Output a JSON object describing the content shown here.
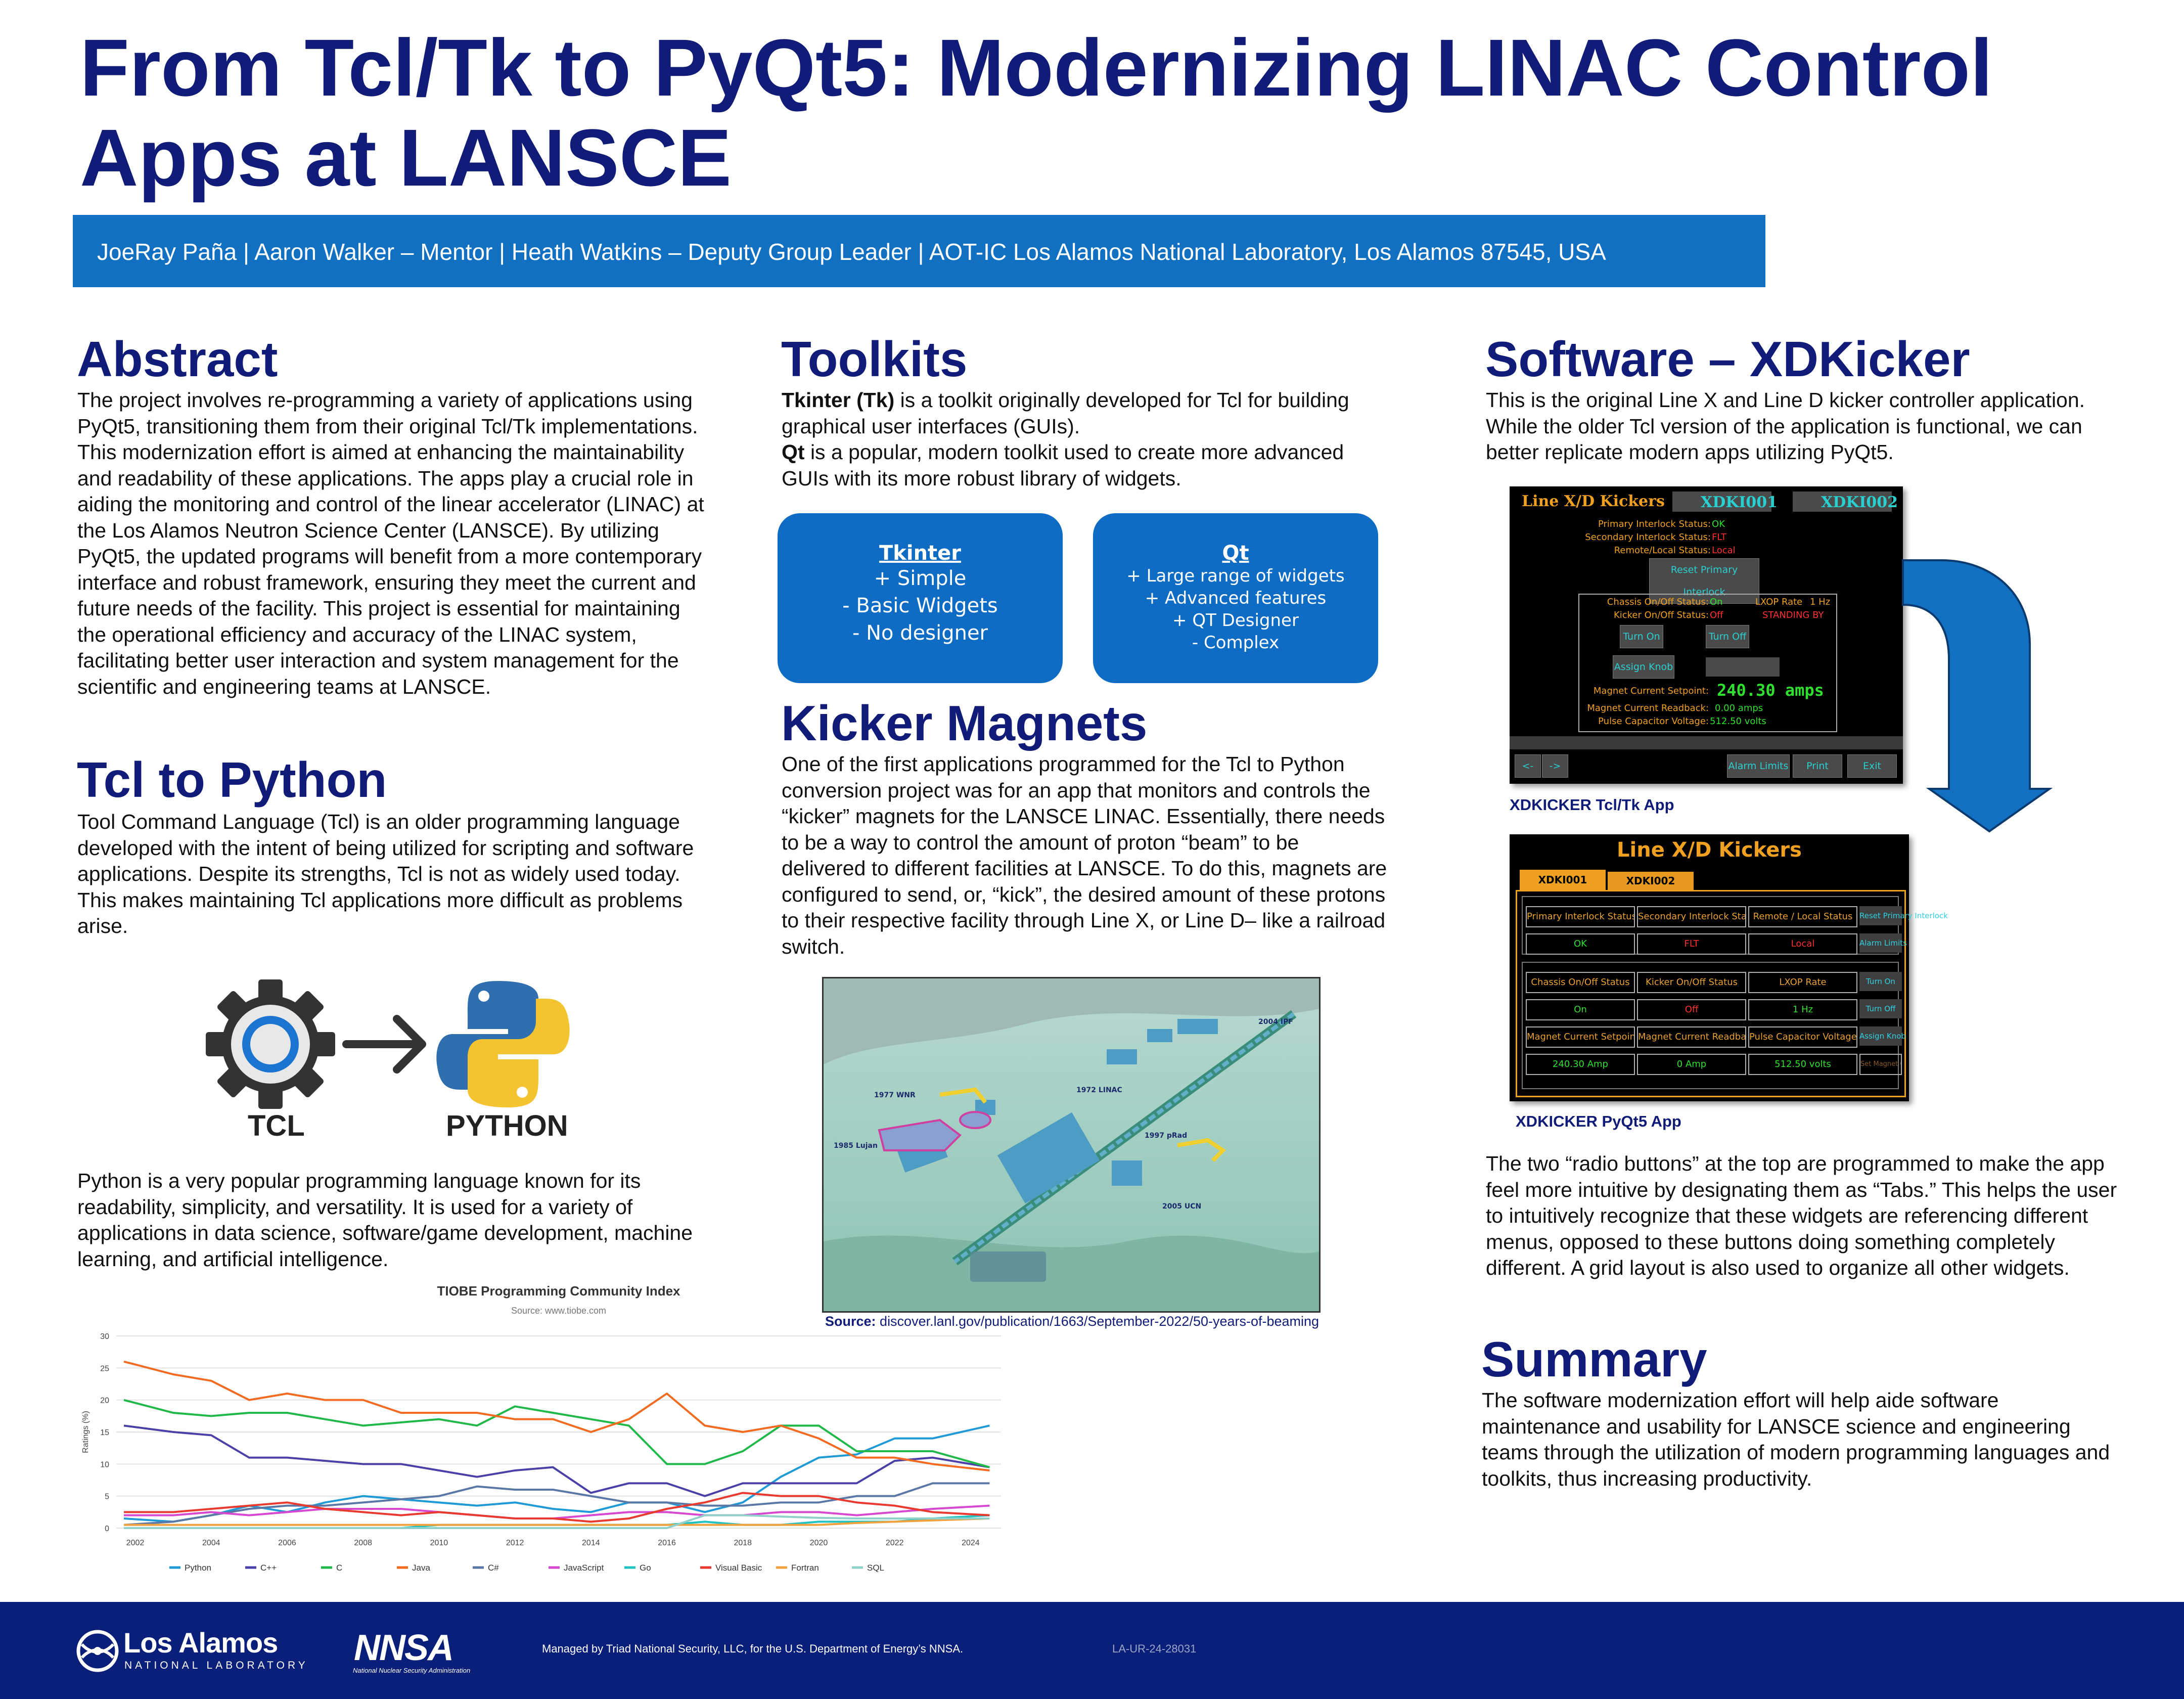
{
  "poster": {
    "title": "From Tcl/Tk to PyQt5: Modernizing LINAC Control Apps at LANSCE",
    "authors": "JoeRay Paña | Aaron Walker – Mentor | Heath Watkins – Deputy Group Leader |  AOT-IC Los Alamos National Laboratory, Los Alamos 87545, USA"
  },
  "abstract": {
    "heading": "Abstract",
    "text": "The project involves re-programming a variety of applications using PyQt5, transitioning them from their original Tcl/Tk implementations. This modernization effort is aimed at enhancing the maintainability and readability of these applications. The apps play a crucial role in aiding the monitoring and control of the linear accelerator (LINAC) at the Los Alamos Neutron Science Center (LANSCE). By utilizing PyQt5, the updated programs will benefit from a more contemporary interface and robust framework, ensuring they meet the current and future needs of the facility. This project is essential for maintaining the operational efficiency and accuracy of the LINAC system, facilitating better user interaction and system management for the scientific and engineering teams at LANSCE."
  },
  "tcl_to_python": {
    "heading": "Tcl to Python",
    "text": "Tool Command Language (Tcl) is an older programming language developed with the intent of being utilized for scripting and software applications. Despite its strengths, Tcl is not as widely used today. This makes maintaining Tcl applications more difficult as problems arise.",
    "tcl_label": "TCL",
    "python_label": "PYTHON",
    "python_text": "Python is a very popular programming language known for its readability, simplicity, and versatility. It is used for a variety of applications in data science, software/game development, machine learning, and artificial intelligence."
  },
  "toolkits": {
    "heading": "Toolkits",
    "tk_term": "Tkinter (Tk)",
    "tk_rest": " is a toolkit originally developed for Tcl for building graphical user interfaces (GUIs).",
    "qt_term": "Qt",
    "qt_rest": " is a popular, modern toolkit used to create more advanced GUIs with its more robust library of widgets.",
    "tkinter_box": {
      "title": "Tkinter",
      "lines": [
        "+ Simple",
        "- Basic Widgets",
        "- No designer"
      ]
    },
    "qt_box": {
      "title": "Qt",
      "lines": [
        "+ Large range of widgets",
        "+ Advanced features",
        "+ QT Designer",
        "- Complex"
      ]
    }
  },
  "kicker": {
    "heading": "Kicker Magnets",
    "text": "One of the first applications programmed for the Tcl to Python conversion project was for an app that monitors and controls the “kicker” magnets for the LANSCE LINAC. Essentially, there needs to be a way to control the amount of proton “beam” to be delivered to different facilities at LANSCE. To do this, magnets are configured to send, or, “kick”, the desired amount of these protons to their respective facility through Line X, or Line D– like a railroad switch.",
    "map_labels": [
      "2004 IPF",
      "1972 LINAC",
      "1977 WNR",
      "1985 Lujan",
      "1997 pRad",
      "2005 UCN"
    ],
    "source_label": "Source:",
    "source_url": "discover.lanl.gov/publication/1663/September-2022/50-years-of-beaming"
  },
  "xdkicker": {
    "heading": "Software – XDKicker",
    "intro": "This is the original Line X and Line D kicker controller application. While the older Tcl version of the application is functional, we can better replicate modern apps utilizing PyQt5.",
    "tk_caption": "XDKICKER Tcl/Tk App",
    "qt_caption": "XDKICKER PyQt5 App",
    "after_text": "The two “radio buttons” at the top are programmed to make the app feel more intuitive by designating them as “Tabs.” This helps the user to intuitively recognize that these widgets are referencing different menus, opposed to these buttons doing something completely different. A grid layout is also used to organize all other widgets."
  },
  "tk_app": {
    "title": "Line X/D Kickers",
    "radio1": "XDKI001",
    "radio2": "XDKI002",
    "primary_label": "Primary Interlock Status:",
    "primary_val": "OK",
    "secondary_label": "Secondary Interlock Status:",
    "secondary_val": "FLT",
    "remote_label": "Remote/Local Status:",
    "remote_val": "Local",
    "reset_btn": "Reset Primary Interlock",
    "chassis_label": "Chassis On/Off Status:",
    "chassis_val": "On",
    "lxop_label": "LXOP Rate",
    "lxop_val": "1 Hz",
    "kicker_label": "Kicker On/Off Status:",
    "kicker_val": "Off",
    "standing_by": "STANDING BY",
    "turn_on": "Turn On",
    "turn_off": "Turn Off",
    "assign_knob": "Assign Knob",
    "setpoint_label": "Magnet Current Setpoint:",
    "setpoint_val": "240.30 amps",
    "readback_label": "Magnet Current Readback:",
    "readback_val": "0.00 amps",
    "pulse_label": "Pulse Capacitor Voltage:",
    "pulse_val": "512.50 volts",
    "nav_prev": "<-",
    "nav_next": "->",
    "alarm_limits": "Alarm Limits",
    "print": "Print",
    "exit": "Exit"
  },
  "qt_app": {
    "title": "Line X/D Kickers",
    "tab1": "XDKI001",
    "tab2": "XDKI002",
    "row1": [
      "Primary Interlock Status",
      "Secondary Interlock Status",
      "Remote / Local Status",
      "Reset Primary Interlock"
    ],
    "row2": [
      "OK",
      "FLT",
      "Local",
      "Alarm Limits"
    ],
    "row3": [
      "Chassis On/Off Status",
      "Kicker On/Off Status",
      "LXOP Rate",
      "Turn On"
    ],
    "row4": [
      "On",
      "Off",
      "1 Hz",
      "Turn Off"
    ],
    "row5": [
      "Magnet Current Setpoint",
      "Magnet Current Readback",
      "Pulse Capacitor Voltage",
      "Assign Knob"
    ],
    "row6": [
      "240.30 Amp",
      "0 Amp",
      "512.50 volts"
    ],
    "set_placeholder": "Set Magnet Current"
  },
  "summary": {
    "heading": "Summary",
    "text": "The software modernization effort will help aide software maintenance and usability for LANSCE science and engineering teams through the utilization of modern programming languages and toolkits, thus increasing productivity."
  },
  "footer": {
    "lanl_name": "Los Alamos",
    "lanl_sub": "NATIONAL LABORATORY",
    "nnsa": "NNSA",
    "nnsa_sub": "National Nuclear Security Administration",
    "managed": "Managed by Triad National Security, LLC, for the U.S. Department of Energy’s NNSA.",
    "report_id": "LA-UR-24-28031"
  },
  "colors": {
    "navy": "#101c78",
    "blue": "#1170c2",
    "footer": "#0a1f7a"
  },
  "chart_data": {
    "type": "line",
    "title": "TIOBE Programming Community Index",
    "subtitle": "Source: www.tiobe.com",
    "xlabel": "",
    "ylabel": "Ratings (%)",
    "xlim": [
      2001.5,
      2024.8
    ],
    "ylim": [
      0,
      30
    ],
    "yticks": [
      0,
      5,
      10,
      15,
      20,
      25,
      30
    ],
    "xticks": [
      2002,
      2004,
      2006,
      2008,
      2010,
      2012,
      2014,
      2016,
      2018,
      2020,
      2022,
      2024
    ],
    "grid": true,
    "legend": "bottom",
    "x": [
      2001.7,
      2003,
      2004,
      2005,
      2006,
      2007,
      2008,
      2009,
      2010,
      2011,
      2012,
      2013,
      2014,
      2015,
      2016,
      2017,
      2018,
      2019,
      2020,
      2021,
      2022,
      2023,
      2024.5
    ],
    "series": [
      {
        "name": "Python",
        "color": "#1f9ad6",
        "values": [
          1.5,
          1.0,
          2.0,
          3.5,
          2.5,
          4.0,
          5.0,
          4.5,
          4.0,
          3.5,
          4.0,
          3.0,
          2.5,
          4.0,
          4.0,
          2.5,
          4.0,
          8.0,
          11.0,
          11.5,
          14.0,
          14.0,
          16.0
        ]
      },
      {
        "name": "C++",
        "color": "#4b3fa8",
        "values": [
          16.0,
          15.0,
          14.5,
          11.0,
          11.0,
          10.5,
          10.0,
          10.0,
          9.0,
          8.0,
          9.0,
          9.5,
          5.5,
          7.0,
          7.0,
          5.0,
          7.0,
          7.0,
          7.0,
          7.0,
          10.5,
          11.0,
          9.5
        ]
      },
      {
        "name": "C",
        "color": "#21b84a",
        "values": [
          20.0,
          18.0,
          17.5,
          18.0,
          18.0,
          17.0,
          16.0,
          16.5,
          17.0,
          16.0,
          19.0,
          18.0,
          17.0,
          16.0,
          10.0,
          10.0,
          12.0,
          16.0,
          16.0,
          12.0,
          12.0,
          12.0,
          9.5
        ]
      },
      {
        "name": "Java",
        "color": "#f26b21",
        "values": [
          26.0,
          24.0,
          23.0,
          20.0,
          21.0,
          20.0,
          20.0,
          18.0,
          18.0,
          18.0,
          17.0,
          17.0,
          15.0,
          17.0,
          21.0,
          16.0,
          15.0,
          16.0,
          14.0,
          11.0,
          11.0,
          10.0,
          9.0
        ]
      },
      {
        "name": "C#",
        "color": "#5a78a6",
        "values": [
          0.5,
          1.0,
          2.0,
          3.0,
          3.5,
          3.5,
          4.0,
          4.5,
          5.0,
          6.5,
          6.0,
          6.0,
          5.0,
          4.0,
          4.0,
          3.5,
          3.5,
          4.0,
          4.0,
          5.0,
          5.0,
          7.0,
          7.0
        ]
      },
      {
        "name": "JavaScript",
        "color": "#d648d0",
        "values": [
          2.0,
          2.0,
          2.5,
          2.0,
          2.5,
          3.0,
          3.0,
          3.0,
          2.5,
          2.0,
          1.5,
          1.5,
          2.0,
          2.5,
          2.5,
          2.0,
          2.0,
          2.5,
          2.5,
          2.0,
          2.5,
          3.0,
          3.5
        ]
      },
      {
        "name": "Go",
        "color": "#20c2c2",
        "values": [
          0.0,
          0.0,
          0.0,
          0.0,
          0.0,
          0.0,
          0.0,
          0.0,
          0.5,
          0.5,
          0.5,
          0.5,
          0.5,
          0.5,
          0.5,
          1.0,
          0.5,
          0.5,
          1.0,
          1.0,
          1.0,
          1.5,
          2.0
        ]
      },
      {
        "name": "Visual Basic",
        "color": "#e83a2f",
        "values": [
          2.5,
          2.5,
          3.0,
          3.5,
          4.0,
          3.0,
          2.5,
          2.0,
          2.5,
          2.0,
          1.5,
          1.5,
          1.0,
          1.5,
          3.0,
          4.0,
          5.5,
          5.0,
          5.0,
          4.0,
          3.5,
          2.5,
          2.0
        ]
      },
      {
        "name": "Fortran",
        "color": "#f2a13c",
        "values": [
          0.5,
          0.5,
          0.5,
          0.5,
          0.5,
          0.5,
          0.5,
          0.5,
          0.5,
          0.5,
          0.5,
          0.5,
          0.5,
          0.5,
          0.5,
          0.5,
          0.5,
          0.5,
          0.5,
          0.8,
          1.0,
          1.2,
          1.5
        ]
      },
      {
        "name": "SQL",
        "color": "#8fd1c9",
        "values": [
          0.0,
          0.0,
          0.0,
          0.0,
          0.0,
          0.0,
          0.0,
          0.0,
          0.0,
          0.0,
          0.0,
          0.0,
          0.0,
          0.0,
          0.0,
          2.0,
          2.0,
          1.8,
          1.6,
          1.5,
          1.5,
          1.5,
          1.5
        ]
      }
    ]
  }
}
